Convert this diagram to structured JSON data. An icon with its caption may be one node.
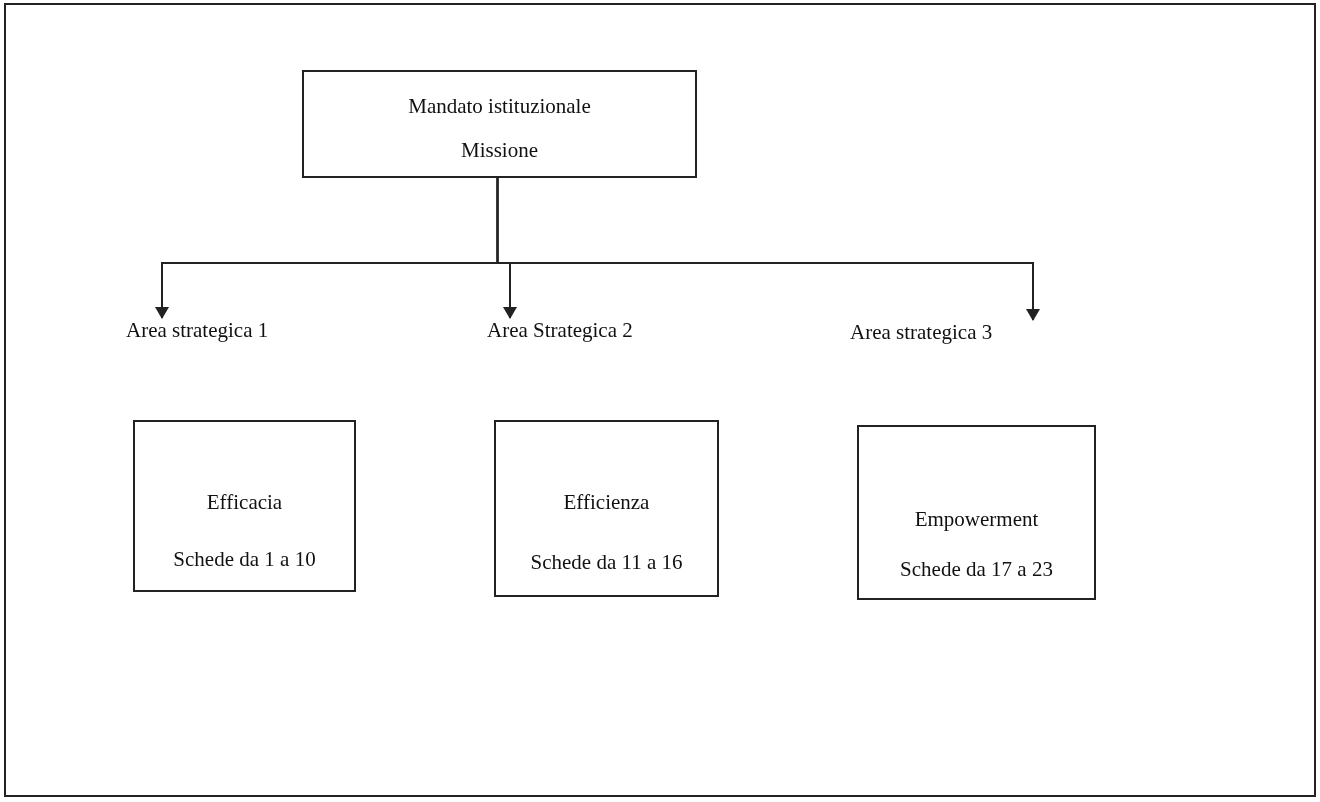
{
  "diagram": {
    "nodes": [
      {
        "text": [
          "Mandato istituzionale",
          "Missione"
        ]
      },
      {
        "text": [
          "Area strategica 1",
          "Efficacia",
          "Schede da 1 a 10"
        ]
      },
      {
        "text": [
          "Area Strategica 2",
          "Efficienza",
          "Schede da 11 a 16"
        ]
      },
      {
        "text": [
          "Area strategica 3",
          "Empowerment",
          "Schede da 17 a 23"
        ]
      }
    ],
    "edges": [
      {
        "from": 0,
        "to": 1,
        "arrow": "to"
      },
      {
        "from": 0,
        "to": 2,
        "arrow": "to"
      },
      {
        "from": 0,
        "to": 3,
        "arrow": "to"
      }
    ]
  }
}
